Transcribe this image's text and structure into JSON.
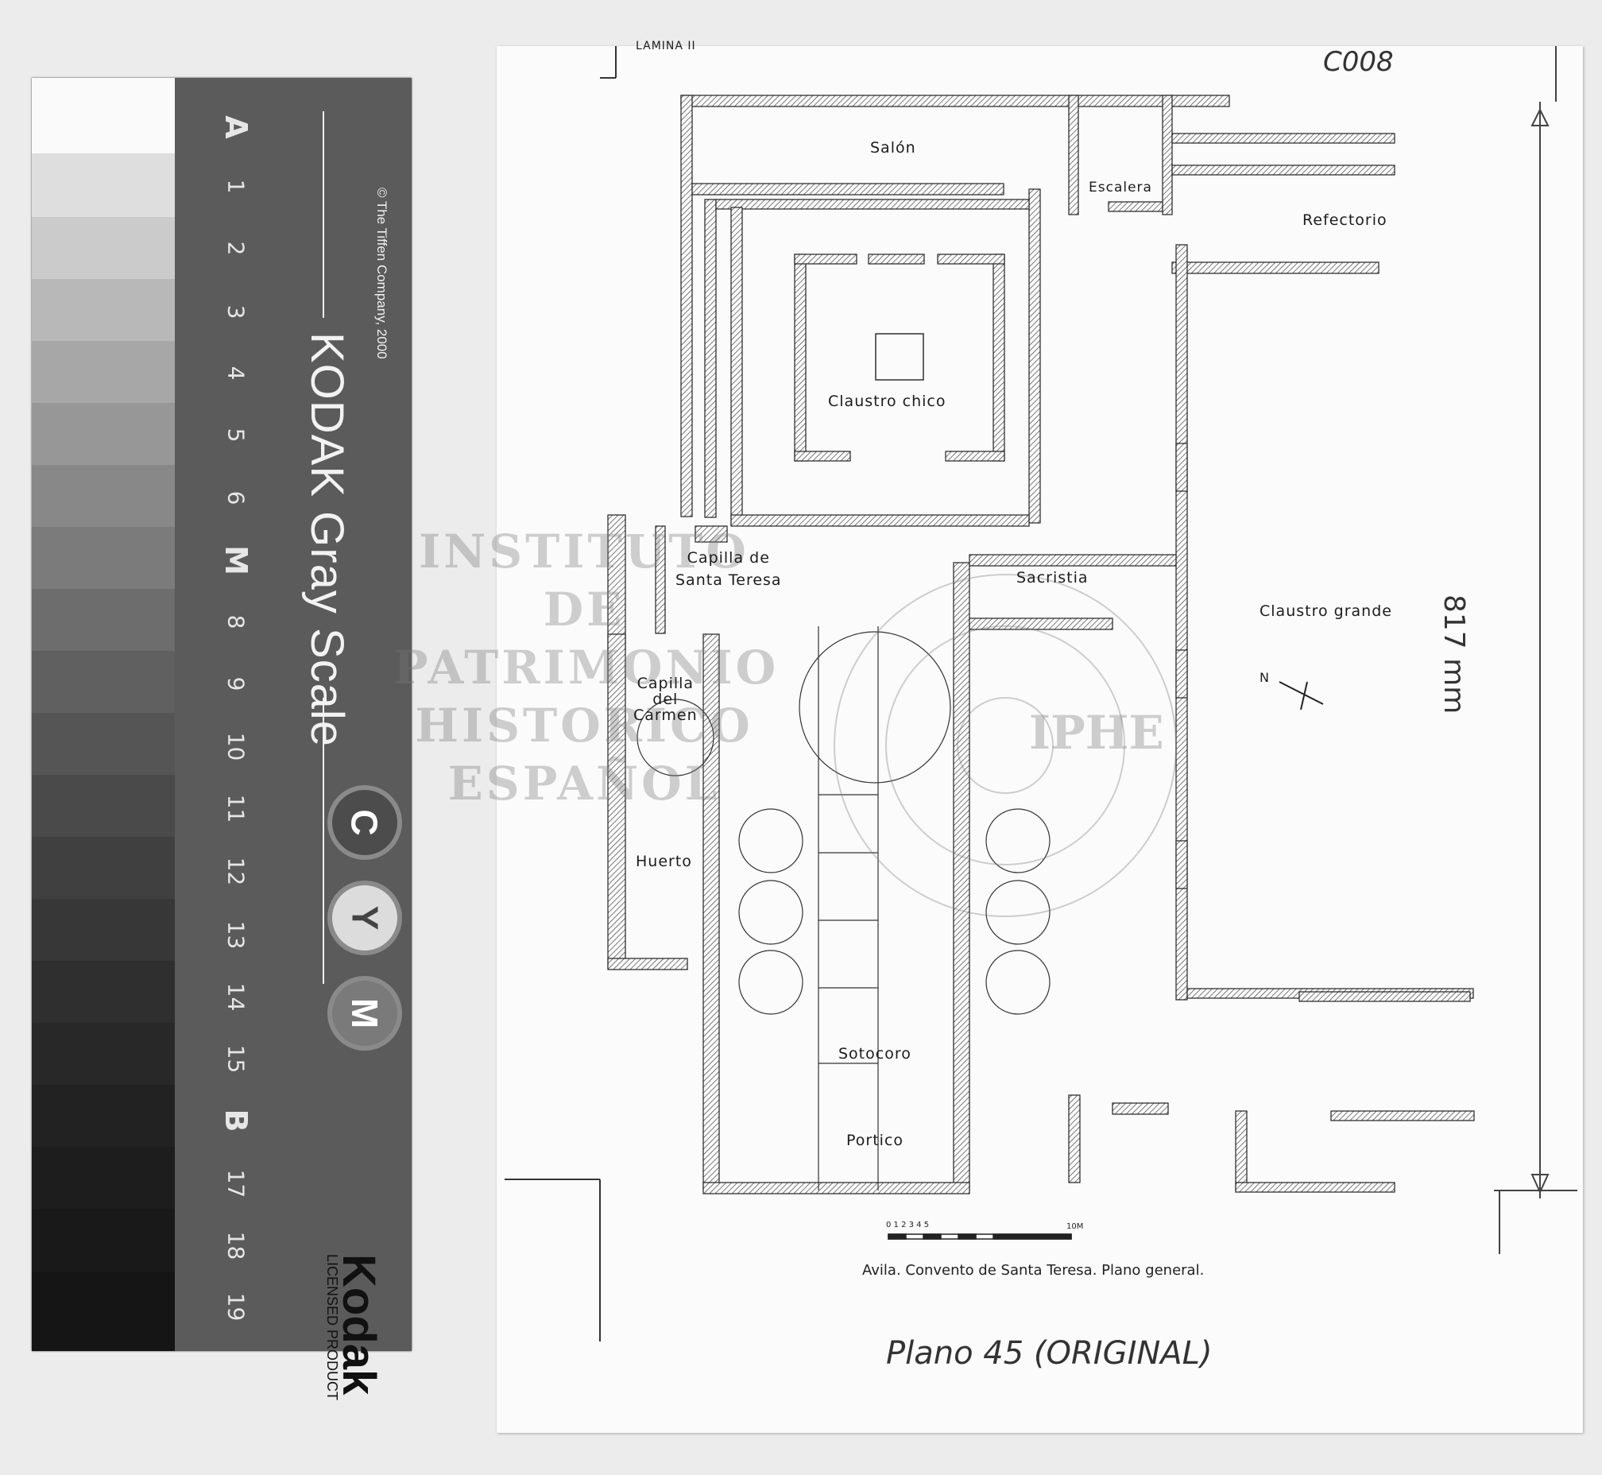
{
  "card": {
    "title": "KODAK Gray Scale",
    "copyright": "© The Tiffen Company, 2000",
    "index": [
      "A",
      "1",
      "2",
      "3",
      "4",
      "5",
      "6",
      "M",
      "8",
      "9",
      "10",
      "11",
      "12",
      "13",
      "14",
      "15",
      "B",
      "17",
      "18",
      "19"
    ],
    "patches": [
      "C",
      "Y",
      "M"
    ],
    "brand": "Kodak",
    "licensed": "LICENSED PRODUCT"
  },
  "plan": {
    "rooms": {
      "salon": "Salón",
      "escalera": "Escalera",
      "refectorio": "Refectorio",
      "claustro_chico": "Claustro  chico",
      "capilla_teresa_1": "Capilla  de",
      "capilla_teresa_2": "Santa Teresa",
      "sacristia": "Sacristia",
      "claustro_grande": "Claustro  grande",
      "capilla_carmen_1": "Capilla",
      "capilla_carmen_2": "del",
      "capilla_carmen_3": "Carmen",
      "huerto": "Huerto",
      "sotocoro": "Sotocoro",
      "portico": "Portico"
    },
    "north": "N",
    "scale_numbers": "0  1  2  3  4  5",
    "scale_end": "10M",
    "caption": "Avila. Convento de Santa Teresa. Plano general.",
    "header_fragment": "LAMINA II"
  },
  "watermark": {
    "lines": [
      "INSTITUTO",
      "DE",
      "PATRIMONIO",
      "HISTORICO",
      "ESPAÑOL"
    ],
    "mark": "IPHE"
  },
  "handwriting": {
    "code": "C008",
    "side": "817 mm",
    "bottom": "Plano 45 (ORIGINAL)"
  }
}
